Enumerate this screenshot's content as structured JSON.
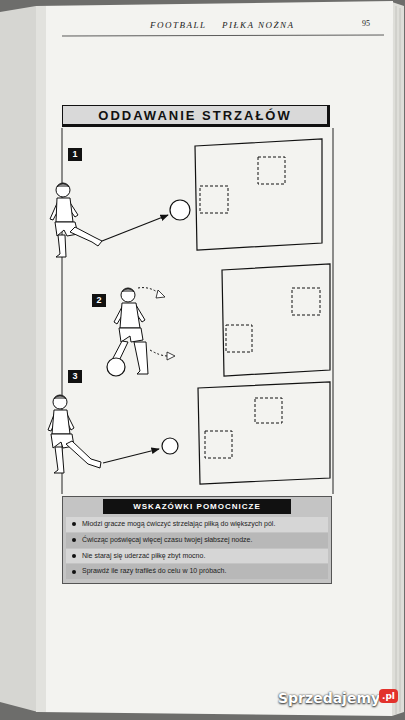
{
  "diagram": {
    "nodes": [
      {
        "text": [
          "ODDAWANIE STRZAŁÓW"
        ]
      },
      {
        "text": [
          "1"
        ]
      },
      {
        "text": [
          "2"
        ]
      },
      {
        "text": [
          "3"
        ]
      },
      {
        "text": [
          "WSKAZÓWKI POMOCNICZE",
          "Młodzi gracze mogą ćwiczyć strzelając piłką do większych pól.",
          "Ćwicząc poświęcaj więcej czasu twojej słabszej nodze.",
          "Nie staraj się uderzać piłkę zbyt mocno.",
          "Sprawdź ile razy trafiłeś do celu w 10 próbach."
        ]
      }
    ],
    "labels": [
      "FOOTBALL",
      "PIŁKA NOŻNA",
      "95",
      "Sprzedajemy",
      ".pl"
    ]
  }
}
